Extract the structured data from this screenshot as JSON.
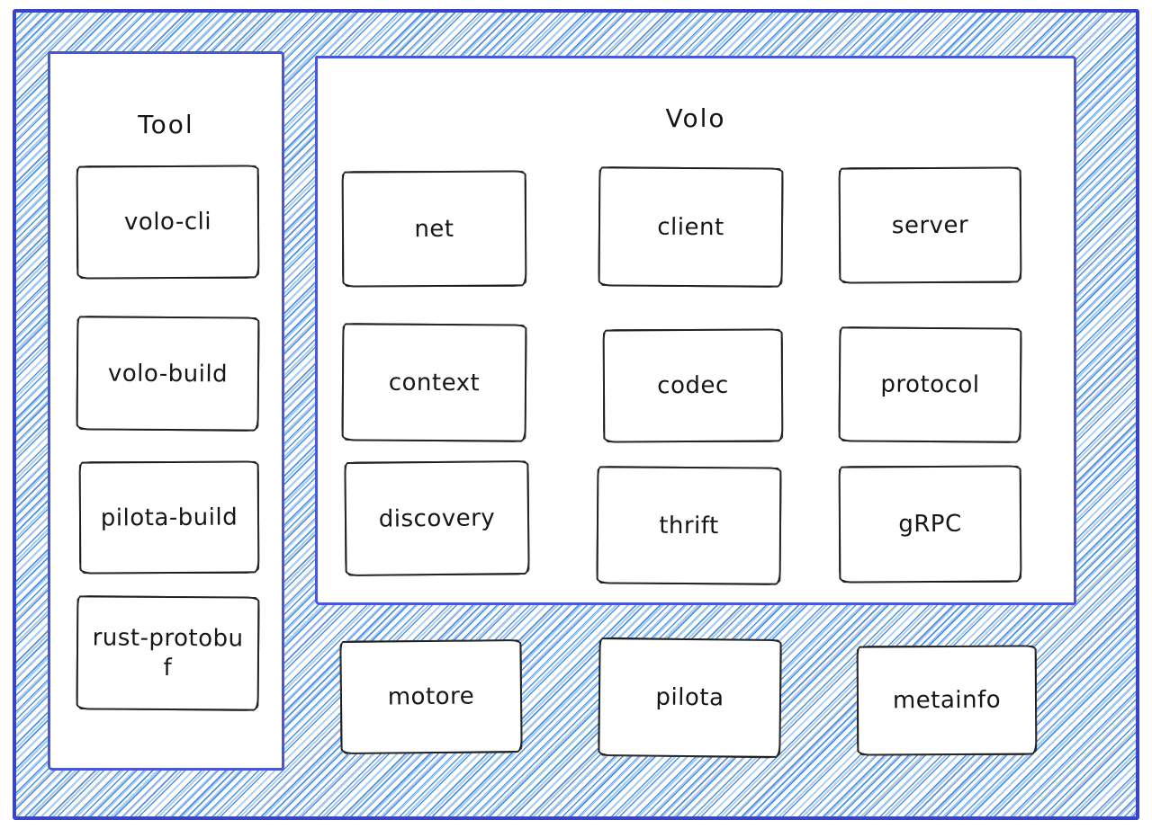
{
  "tool": {
    "title": "Tool",
    "boxes": [
      "volo-cli",
      "volo-build",
      "pilota-build",
      "rust-protobuf"
    ]
  },
  "volo": {
    "title": "Volo",
    "boxes": [
      "net",
      "client",
      "server",
      "context",
      "codec",
      "protocol",
      "discovery",
      "thrift",
      "gRPC"
    ]
  },
  "shared": {
    "boxes": [
      "motore",
      "pilota",
      "metainfo"
    ]
  },
  "colors": {
    "outer_border": "#3845c8",
    "panel_border": "#4a58d4",
    "hatch_line_primary": "#4e90e2",
    "hatch_line_light": "#a9cbf3",
    "box_border": "#1b1b1b",
    "text": "#161616",
    "background": "#ffffff"
  }
}
